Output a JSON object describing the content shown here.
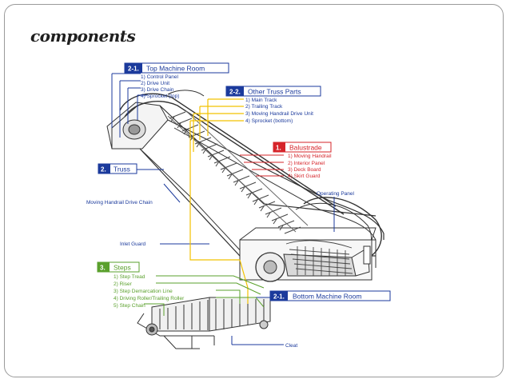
{
  "slide": {
    "title": "components"
  },
  "colors": {
    "blue": "#1b3a9c",
    "red": "#d6242a",
    "green": "#5aa02c",
    "yellow": "#f2c200",
    "line": "#333333"
  },
  "sections": {
    "top_machine_room": {
      "num": "2-1.",
      "title": "Top Machine Room",
      "items": [
        "1) Control Panel",
        "2) Drive Unit",
        "3) Drive Chain",
        "4) Sprocket (top)"
      ]
    },
    "other_truss_parts": {
      "num": "2-2.",
      "title": "Other Truss Parts",
      "items": [
        "1) Main Track",
        "2) Trailing Track",
        "3) Moving Handrail Drive Unit",
        "4) Sprocket (bottom)"
      ]
    },
    "balustrade": {
      "num": "1.",
      "title": "Balustrade",
      "items": [
        "1) Moving Handrail",
        "2) Interior Panel",
        "3) Deck Board",
        "4) Skirt Guard"
      ]
    },
    "truss": {
      "num": "2.",
      "title": "Truss"
    },
    "steps": {
      "num": "3.",
      "title": "Steps",
      "items": [
        "1) Step Tread",
        "2) Riser",
        "3) Step Demarcation Line",
        "4) Driving Roller/Trailing Roller",
        "5) Step Chain"
      ]
    },
    "bottom_machine_room": {
      "num": "2-1.",
      "title": "Bottom Machine Room"
    }
  },
  "callouts": {
    "moving_handrail_drive_chain": "Moving Handrail Drive Chain",
    "operating_panel": "Operating Panel",
    "inlet_guard": "Inlet Guard",
    "cleat": "Cleat"
  }
}
